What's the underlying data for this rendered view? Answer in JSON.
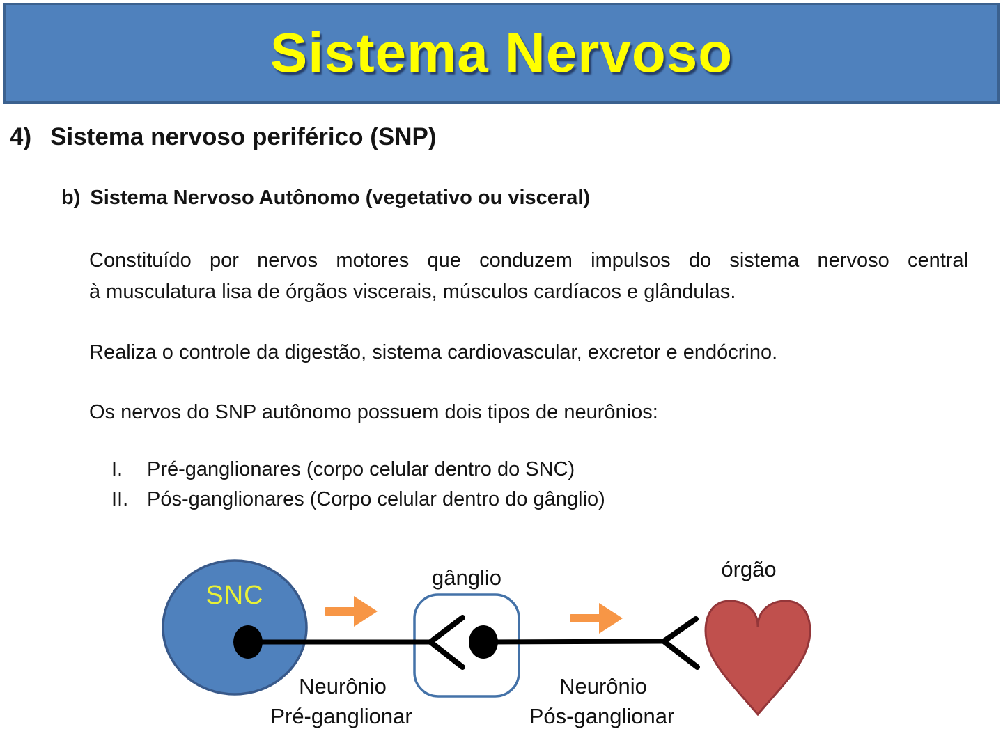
{
  "slide": {
    "title": "Sistema Nervoso",
    "heading": {
      "marker": "4)",
      "text": "Sistema nervoso periférico (SNP)"
    },
    "subheading": {
      "marker": "b)",
      "text": "Sistema Nervoso Autônomo (vegetativo ou visceral)"
    },
    "para1": {
      "line1": "Constituído por nervos motores que conduzem impulsos do sistema nervoso central",
      "line2": "à musculatura lisa de órgãos viscerais, músculos cardíacos e glândulas."
    },
    "para2": "Realiza o controle da digestão, sistema cardiovascular, excretor e endócrino.",
    "para3": "Os nervos do SNP autônomo possuem dois tipos de neurônios:",
    "list": [
      {
        "marker": "I.",
        "text": "Pré-ganglionares (corpo celular dentro do SNC)"
      },
      {
        "marker": "II.",
        "text": "Pós-ganglionares (Corpo celular dentro do gânglio)"
      }
    ]
  },
  "diagram": {
    "snc_label": "SNC",
    "ganglio_label": "gânglio",
    "orgao_label": "órgão",
    "neuron_pre": {
      "line1": "Neurônio",
      "line2": "Pré-ganglionar"
    },
    "neuron_pos": {
      "line1": "Neurônio",
      "line2": "Pós-ganglionar"
    }
  },
  "colors": {
    "banner_bg": "#4f81bd",
    "banner_border": "#3b618f",
    "title_yellow": "#ffff00",
    "snc_fill": "#4f81bd",
    "snc_stroke": "#38598a",
    "snc_text": "#e9f136",
    "ganglion_border": "#4472a8",
    "arrow_orange": "#f79646",
    "heart_fill": "#c0504d",
    "heart_stroke": "#943639",
    "body_text": "#141414"
  }
}
